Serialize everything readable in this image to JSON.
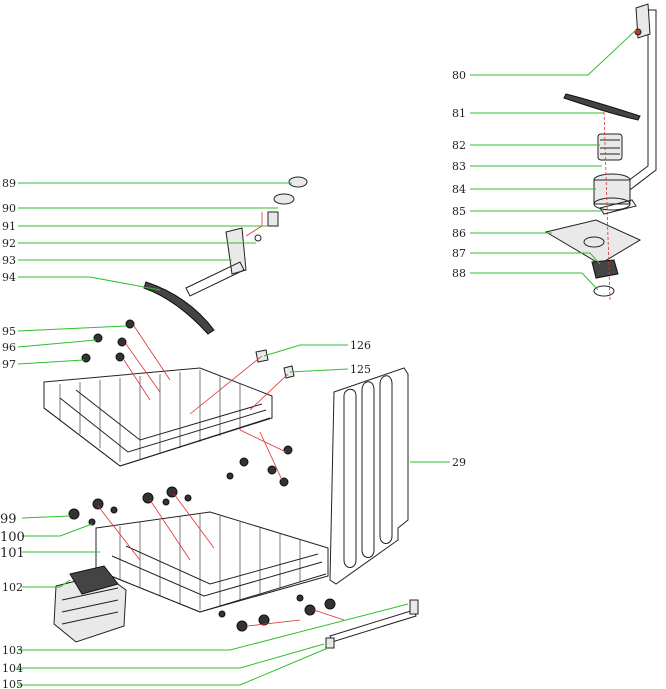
{
  "labels": {
    "l80": "80",
    "l81": "81",
    "l82": "82",
    "l83": "83",
    "l84": "84",
    "l85": "85",
    "l86": "86",
    "l87": "87",
    "l88": "88",
    "l89": "89",
    "l90": "90",
    "l91": "91",
    "l92": "92",
    "l93": "93",
    "l94": "94",
    "l95": "95",
    "l96": "96",
    "l97": "97",
    "l126": "126",
    "l125": "125",
    "l29": "29",
    "l99": "99",
    "l100": "100",
    "l101": "101",
    "l102": "102",
    "l103": "103",
    "l104": "104",
    "l105": "105"
  },
  "colors": {
    "leader": "#2fbf2f",
    "hidden_line": "#e03030",
    "outline": "#222222"
  }
}
